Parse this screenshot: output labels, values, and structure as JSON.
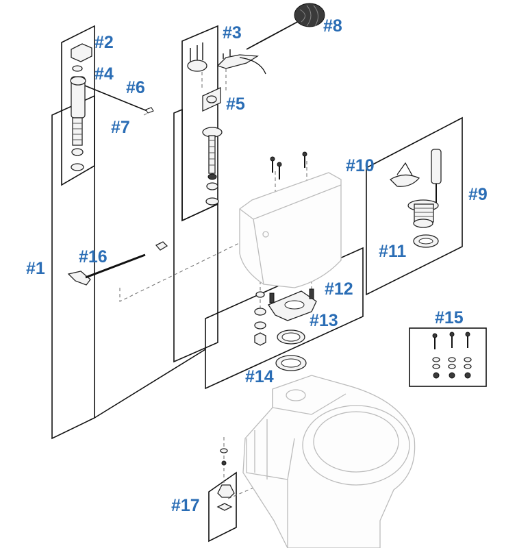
{
  "labels": {
    "p1": "#1",
    "p2": "#2",
    "p3": "#3",
    "p4": "#4",
    "p5": "#5",
    "p6": "#6",
    "p7": "#7",
    "p8": "#8",
    "p9": "#9",
    "p10": "#10",
    "p11": "#11",
    "p12": "#12",
    "p13": "#13",
    "p14": "#14",
    "p15": "#15",
    "p16": "#16",
    "p17": "#17"
  },
  "colors": {
    "callout": "#2a6db5",
    "line": "#111111",
    "ghost": "#bbbbbb"
  }
}
